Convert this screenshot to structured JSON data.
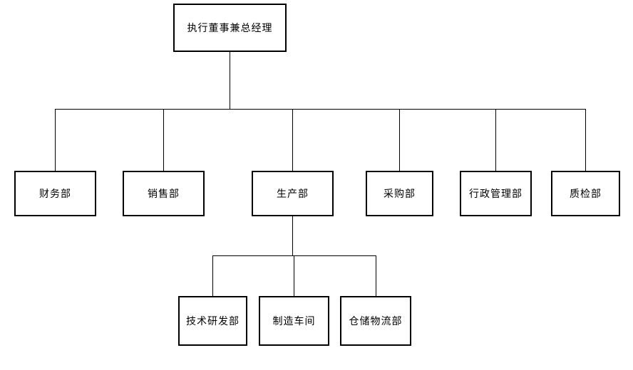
{
  "diagram": {
    "type": "org-chart",
    "background_color": "#ffffff",
    "line_color": "#000000",
    "node_border_color": "#000000",
    "node_fill_color": "#ffffff",
    "nodes": {
      "root": {
        "label": "执行董事兼总经理",
        "level": 1
      },
      "finance": {
        "label": "财务部",
        "level": 2
      },
      "sales": {
        "label": "销售部",
        "level": 2
      },
      "production": {
        "label": "生产部",
        "level": 2
      },
      "procurement": {
        "label": "采购部",
        "level": 2
      },
      "admin": {
        "label": "行政管理部",
        "level": 2
      },
      "quality": {
        "label": "质检部",
        "level": 2
      },
      "rnd": {
        "label": "技术研发部",
        "level": 3
      },
      "workshop": {
        "label": "制造车间",
        "level": 3
      },
      "logistics": {
        "label": "仓储物流部",
        "level": 3
      }
    },
    "edges": [
      {
        "from": "root",
        "to": "finance"
      },
      {
        "from": "root",
        "to": "sales"
      },
      {
        "from": "root",
        "to": "production"
      },
      {
        "from": "root",
        "to": "procurement"
      },
      {
        "from": "root",
        "to": "admin"
      },
      {
        "from": "root",
        "to": "quality"
      },
      {
        "from": "production",
        "to": "rnd"
      },
      {
        "from": "production",
        "to": "workshop"
      },
      {
        "from": "production",
        "to": "logistics"
      }
    ]
  }
}
